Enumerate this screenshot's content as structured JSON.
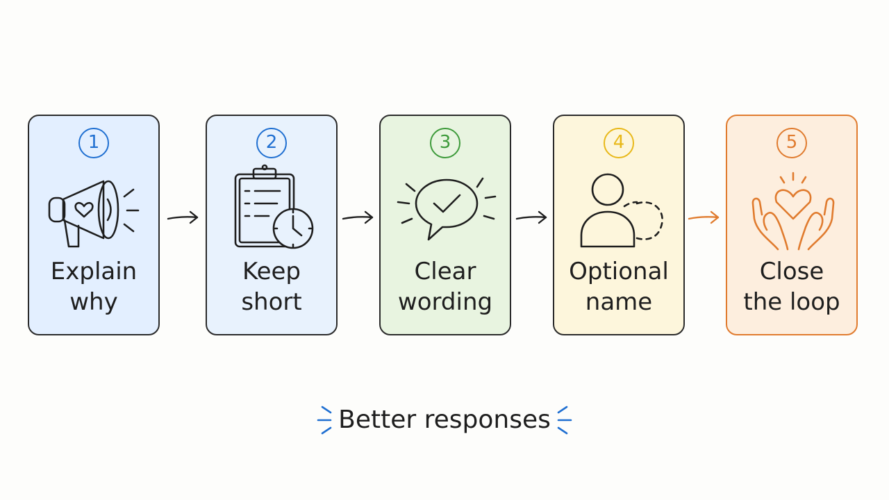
{
  "steps": [
    {
      "number": "1",
      "line1": "Explain",
      "line2": "why",
      "icon": "megaphone-heart-icon",
      "color": "#1f6fd1",
      "fill": "#e3efff"
    },
    {
      "number": "2",
      "line1": "Keep",
      "line2": "short",
      "icon": "clipboard-clock-icon",
      "color": "#1f6fd1",
      "fill": "#e8f2fd"
    },
    {
      "number": "3",
      "line1": "Clear",
      "line2": "wording",
      "icon": "speech-bubble-check-icon",
      "color": "#3d9a3a",
      "fill": "#e8f4e0"
    },
    {
      "number": "4",
      "line1": "Optional",
      "line2": "name",
      "icon": "person-dashed-icon",
      "color": "#e8b818",
      "fill": "#fdf6dc"
    },
    {
      "number": "5",
      "line1": "Close",
      "line2": "the loop",
      "icon": "hands-heart-icon",
      "color": "#e07b2e",
      "fill": "#fdeede"
    }
  ],
  "footer": {
    "label": "Better responses",
    "accent": "#1f6fd1"
  }
}
